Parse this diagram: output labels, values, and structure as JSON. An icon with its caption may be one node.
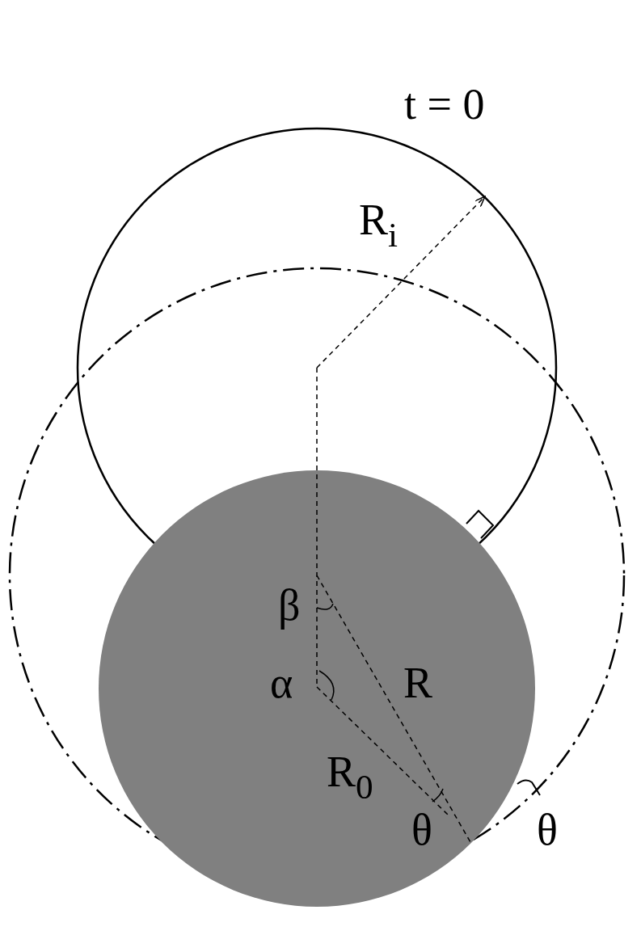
{
  "diagram": {
    "labels": [
      "t = 0",
      "R$_{i}$",
      "β",
      "α",
      "R",
      "R$_{0}$",
      "θ",
      "θ"
    ]
  }
}
